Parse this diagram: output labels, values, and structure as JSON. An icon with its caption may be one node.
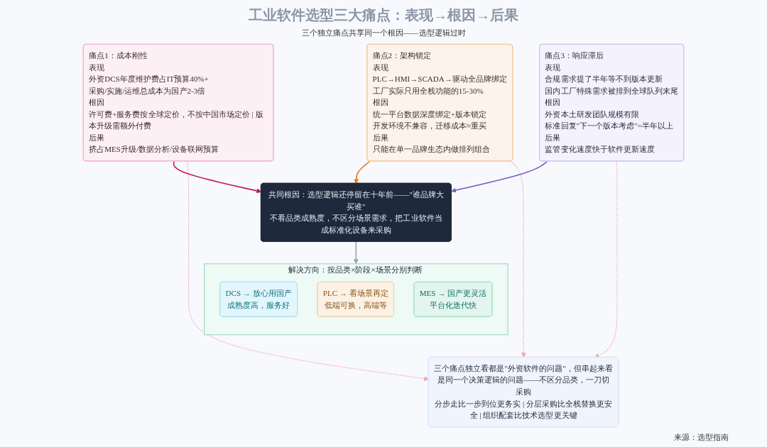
{
  "diagram": {
    "title": "工业软件选型三大痛点：表现→根因→后果",
    "nodes": [
      {
        "text": [
          "痛点1：成本刚性",
          "表现",
          "外资DCS年度维护费占IT预算40%+",
          "采购/实施/运维总成本为国产2-3倍",
          "根因",
          "许可费+服务费按全球定价，不按中国市场定价 | 版本升级需额外付费",
          "后果",
          "挤占MES升级/数据分析/设备联网预算"
        ]
      },
      {
        "text": [
          "痛点2：架构锁定",
          "表现",
          "PLC→HMI→SCADA→驱动全品牌绑定",
          "工厂实际只用全栈功能的15-30%",
          "根因",
          "统一平台数据深度绑定+版本锁定",
          "开发环境不兼容，迁移成本≈重买",
          "后果",
          "只能在单一品牌生态内做排列组合"
        ]
      },
      {
        "text": [
          "痛点3：响应滞后",
          "表现",
          "合规需求提了半年等不到版本更新",
          "国内工厂特殊需求被排到全球队列末尾",
          "根因",
          "外资本土研发团队规模有限",
          "标准回复\"下一个版本考虑\"=半年以上",
          "后果",
          "监管变化速度快于软件更新速度"
        ]
      },
      {
        "text": [
          "共同根因：选型逻辑还停留在十年前——\"谁品牌大买谁\"",
          "不看品类成熟度，不区分场景需求，把工业软件当成标准化设备来采购"
        ]
      },
      {
        "text": [
          "解决方向：按品类×阶段×场景分别判断"
        ]
      },
      {
        "text": [
          "DCS → 放心用国产",
          "成熟度高，服务好"
        ],
        "in": 4
      },
      {
        "text": [
          "PLC → 看场景再定",
          "低端可换，高端等"
        ],
        "in": 4
      },
      {
        "text": [
          "MES → 国产更灵活",
          "平台化迭代快"
        ],
        "in": 4
      },
      {
        "text": [
          "三个痛点独立看都是\"外资软件的问题\"，但串起来看是同一个决策逻辑的问题——不区分品类，一刀切采购",
          "分步走比一步到位更务实 | 分层采购比全栈替换更安全 | 组织配套比技术选型更关键"
        ]
      }
    ],
    "edges": [
      {
        "from": 0,
        "to": 3,
        "arrow": "to",
        "color": "#c2185b"
      },
      {
        "from": 1,
        "to": 3,
        "arrow": "to",
        "color": "#e67e22"
      },
      {
        "from": 2,
        "to": 3,
        "arrow": "to",
        "color": "#7e57c2"
      },
      {
        "from": 3,
        "to": 4,
        "arrow": "to",
        "color": "#94a3b8"
      },
      {
        "from": 0,
        "to": 8,
        "arrow": "to",
        "style": "dashed"
      },
      {
        "from": 1,
        "to": 8,
        "arrow": "to",
        "style": "dashed"
      },
      {
        "from": 2,
        "to": 8,
        "arrow": "to",
        "style": "dashed"
      }
    ],
    "labels": [
      "三个独立痛点共享同一个根因——选型逻辑过时",
      "来源：选型指南"
    ]
  }
}
